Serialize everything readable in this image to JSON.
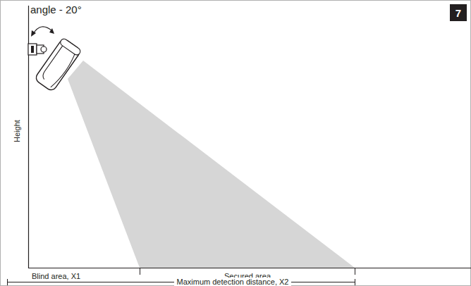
{
  "diagram": {
    "nodes": [
      {
        "text": [
          "7"
        ]
      }
    ],
    "labels": [
      "angle - 20°",
      "Height",
      "Blind area, X1",
      "Secured area",
      "Maximum detection distance, X2"
    ]
  }
}
